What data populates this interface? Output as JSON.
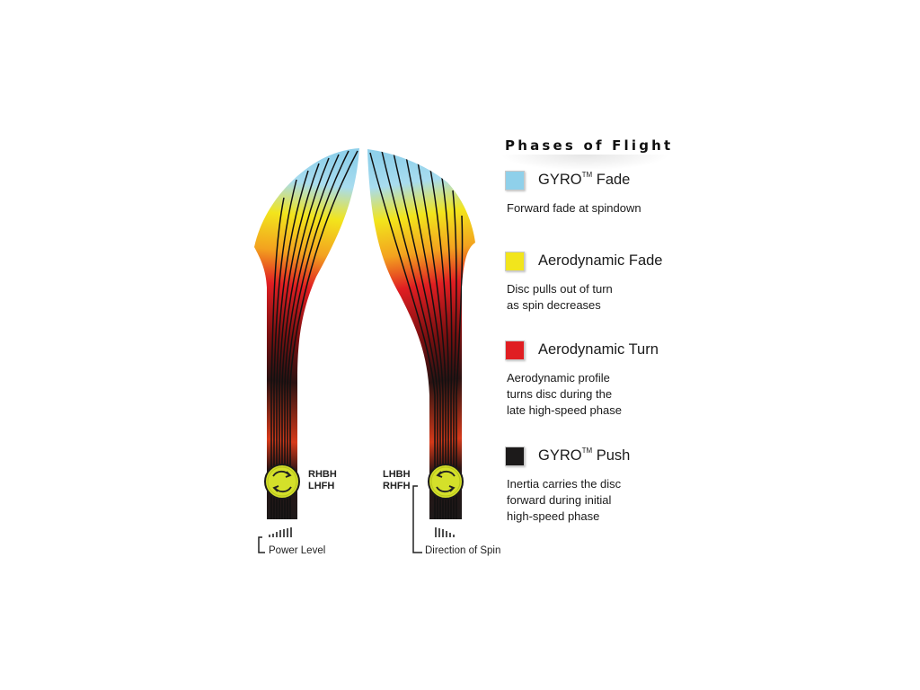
{
  "legend": {
    "title": "Phases of Flight",
    "items": [
      {
        "name": "GYRO",
        "tm": "TM",
        "name_suffix": " Fade",
        "color": "#8fd0ea",
        "description": "Forward fade at spindown"
      },
      {
        "name": "Aerodynamic Fade",
        "tm": "",
        "name_suffix": "",
        "color": "#f2e51c",
        "description": "Disc pulls out of turn\nas spin decreases"
      },
      {
        "name": "Aerodynamic Turn",
        "tm": "",
        "name_suffix": "",
        "color": "#e01e22",
        "description": "Aerodynamic profile\nturns disc during the\nlate high-speed phase"
      },
      {
        "name": "GYRO",
        "tm": "TM",
        "name_suffix": " Push",
        "color": "#1c1a1a",
        "description": "Inertia carries the disc\nforward during initial\nhigh-speed phase"
      }
    ]
  },
  "left_path": {
    "throw_label": "RHBH\nLHFH",
    "annotation": "Power Level"
  },
  "right_path": {
    "throw_label": "LHBH\nRHFH",
    "annotation": "Direction of Spin"
  },
  "colors": {
    "gyro_fade": "#8fd0ea",
    "aero_fade": "#f2e51c",
    "aero_turn": "#e01e22",
    "gyro_push": "#1c1a1a",
    "disc": "#d4e02a"
  }
}
